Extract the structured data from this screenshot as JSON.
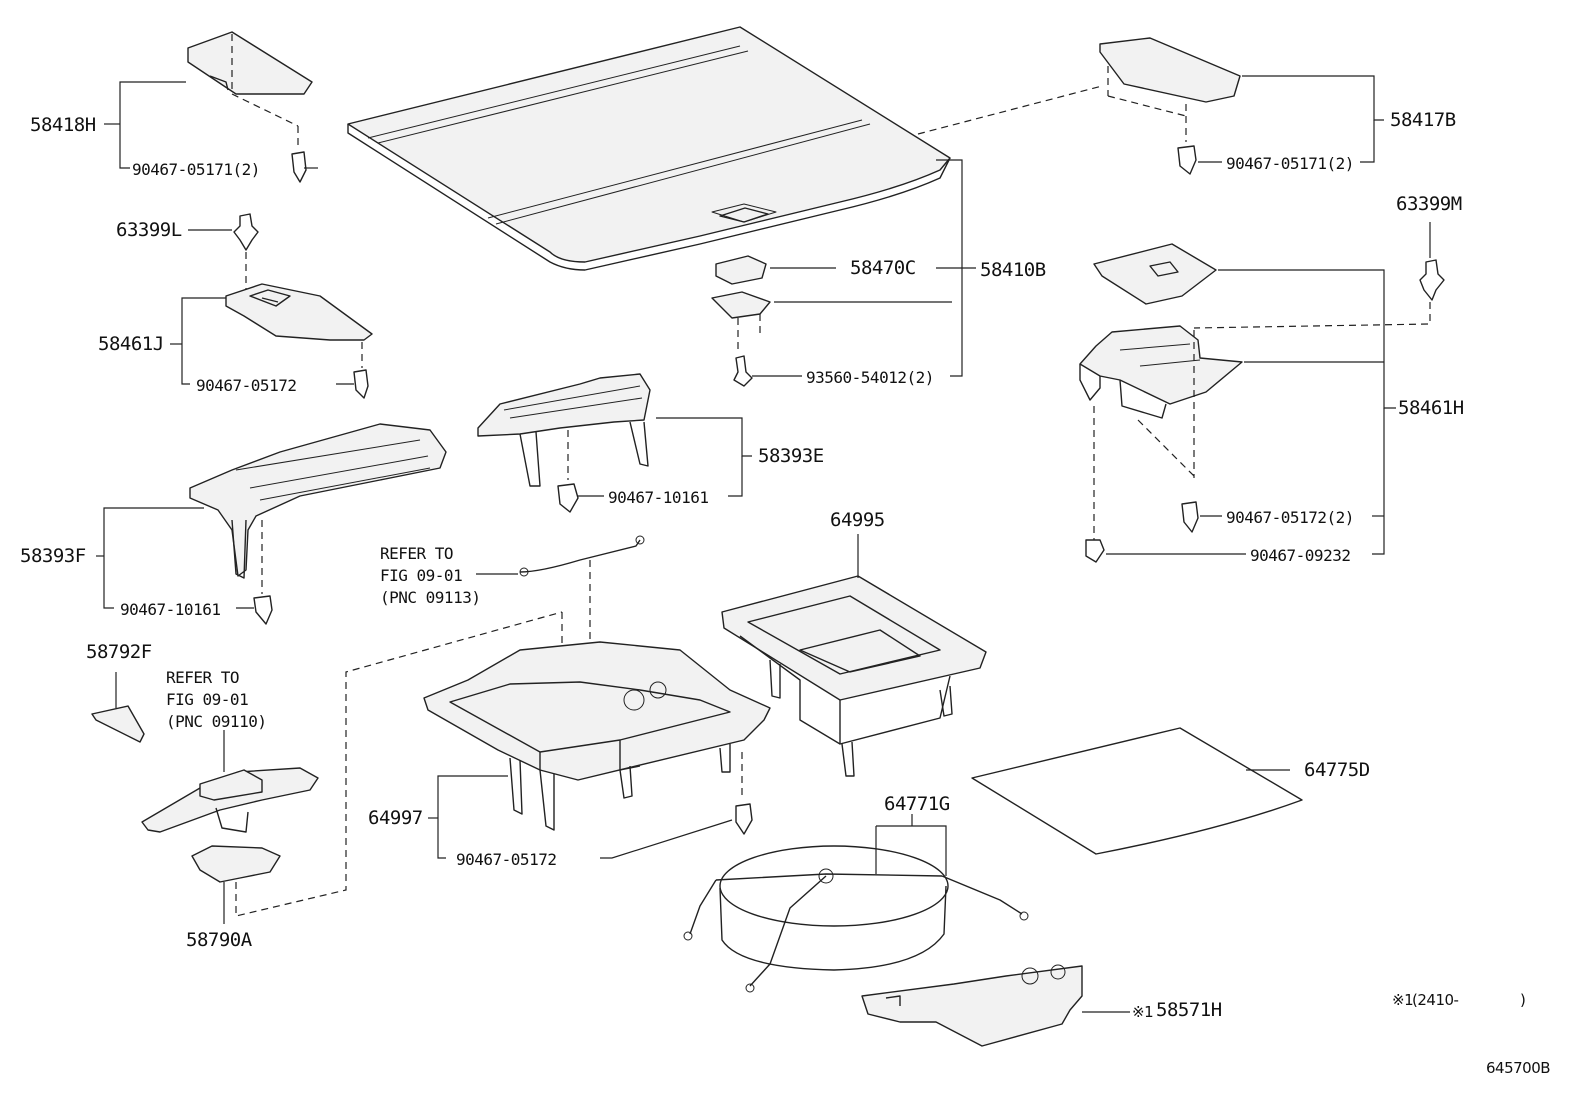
{
  "parts": {
    "p58418H": "58418H",
    "p90467_05171_l": "90467-05171(2)",
    "p63399L": "63399L",
    "p58461J": "58461J",
    "p90467_05172_l": "90467-05172",
    "p58393F": "58393F",
    "p90467_10161_l": "90467-10161",
    "p58792F": "58792F",
    "refer1_line1": "REFER TO",
    "refer1_line2": "FIG 09-01",
    "refer1_line3": "(PNC 09110)",
    "p58790A": "58790A",
    "refer2_line1": "REFER TO",
    "refer2_line2": "FIG 09-01",
    "refer2_line3": "(PNC 09113)",
    "p64997": "64997",
    "p90467_05172_b": "90467-05172",
    "p58470C": "58470C",
    "p58410B": "58410B",
    "p93560_54012": "93560-54012(2)",
    "p58393E": "58393E",
    "p90467_10161_c": "90467-10161",
    "p64995": "64995",
    "p64771G": "64771G",
    "p64775D": "64775D",
    "p58571H": "58571H",
    "p58571H_mark": "※1",
    "p58417B": "58417B",
    "p90467_05171_r": "90467-05171(2)",
    "p63399M": "63399M",
    "p58461H": "58461H",
    "p90467_05172_r": "90467-05172(2)",
    "p90467_09232": "90467-09232"
  },
  "footnote": {
    "mark": "※1",
    "open": "(2410-",
    "close": ")"
  },
  "figure_code": "645700B"
}
